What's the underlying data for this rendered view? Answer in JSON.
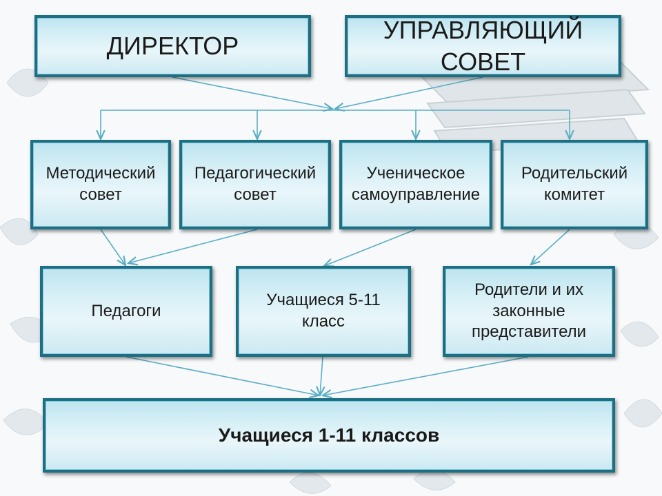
{
  "diagram": {
    "top": {
      "director": "ДИРЕКТОР",
      "council": "УПРАВЛЯЮЩИЙ СОВЕТ"
    },
    "middle": [
      "Методический\nсовет",
      "Педагогический\nсовет",
      "Ученическое\nсамоуправление",
      "Родительский\nкомитет"
    ],
    "lower": [
      "Педагоги",
      "Учащиеся 5-11\nкласс",
      "Родители и их\nзаконные\nпредставители"
    ],
    "bottom": "Учащиеся 1-11 классов"
  },
  "colors": {
    "box_border": "#1d6f83",
    "box_fill": "#d6eff6",
    "connector": "#5aaec4",
    "background": "#f7f9fa"
  }
}
